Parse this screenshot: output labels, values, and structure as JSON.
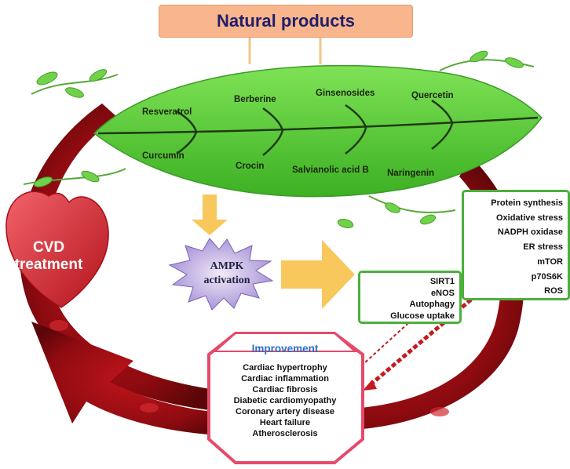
{
  "header": {
    "title": "Natural products"
  },
  "compounds": [
    "Resveratrol",
    "Berberine",
    "Ginsenosides",
    "Quercetin",
    "Curcumin",
    "Crocin",
    "Salvianolic acid B",
    "Naringenin"
  ],
  "cvd_label": [
    "CVD",
    "treatment"
  ],
  "ampk_label": [
    "AMPK",
    "activation"
  ],
  "upregulated": [
    "SIRT1",
    "eNOS",
    "Autophagy",
    "Glucose uptake"
  ],
  "downregulated": [
    "Protein synthesis",
    "Oxidative stress",
    "NADPH oxidase",
    "ER stress",
    "mTOR",
    "p70S6K",
    "ROS"
  ],
  "improvement": {
    "title": "Improvement",
    "items": [
      "Cardiac hypertrophy",
      "Cardiac inflammation",
      "Cardiac fibrosis",
      "Diabetic cardiomyopathy",
      "Coronary artery disease",
      "Heart failure",
      "Atherosclerosis"
    ]
  },
  "colors": {
    "title_fill": "#f9b58c",
    "title_text": "#1f1f6b",
    "leaf": "#5fd13c",
    "cycle_arrow": "#8e0b10",
    "ampk_arrow": "#f8c85c",
    "box_border": "#4caf3e",
    "up_arrow": "#2a8fd6",
    "down_arrow": "#e02418",
    "improvement_title": "#2b6fc9"
  }
}
